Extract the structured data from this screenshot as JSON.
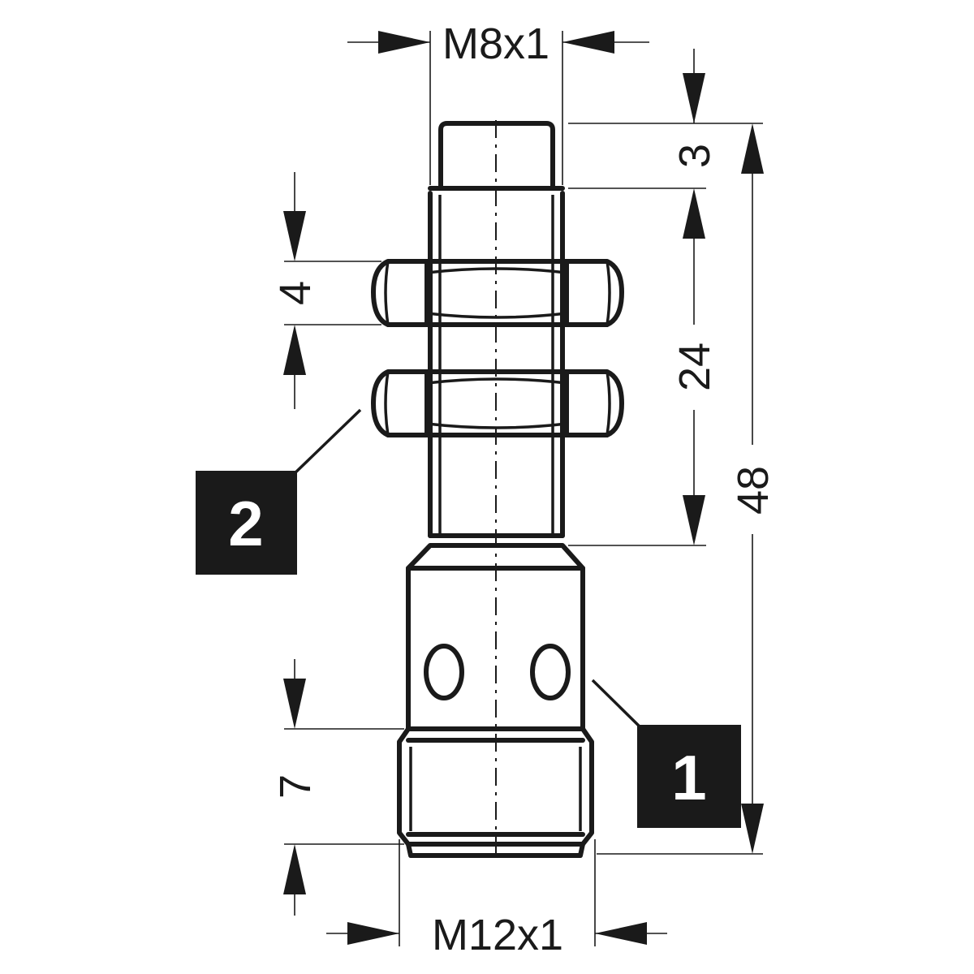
{
  "dimensions": {
    "top_thread": "M8x1",
    "bottom_thread": "M12x1",
    "tip_length": "3",
    "nut_thickness": "4",
    "thread_length": "24",
    "overall_length": "48",
    "connector_thread_length": "7"
  },
  "callouts": {
    "housing": "1",
    "nuts": "2"
  }
}
